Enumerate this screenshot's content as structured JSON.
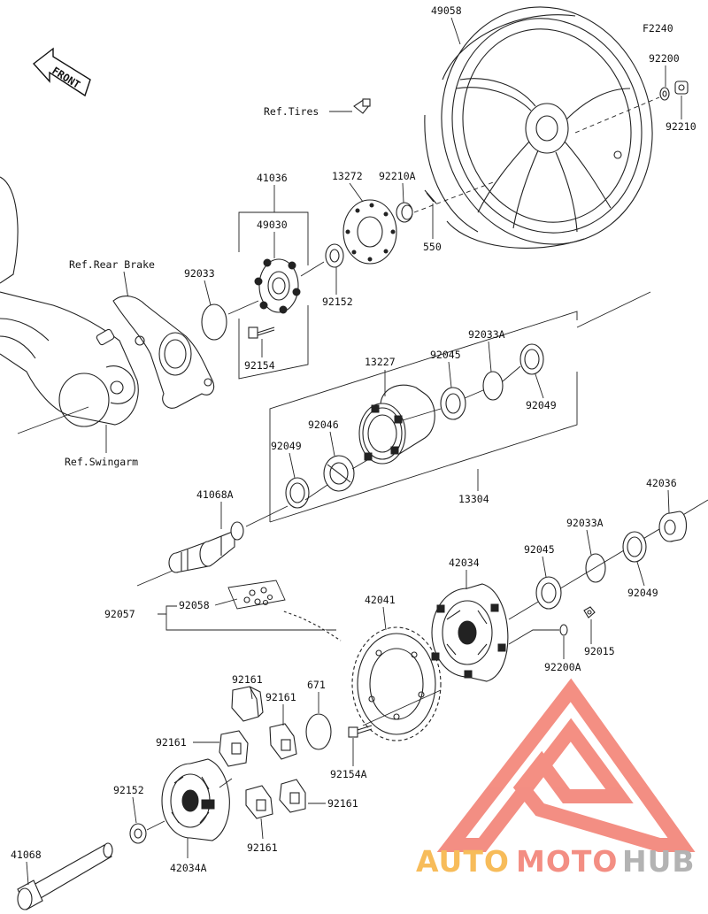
{
  "diagram": {
    "code": "F2240",
    "front_label": "FRONT",
    "refs": {
      "tires": "Ref.Tires",
      "rear_brake": "Ref.Rear Brake",
      "swingarm": "Ref.Swingarm"
    },
    "parts": {
      "p49058": "49058",
      "p92200": "92200",
      "p92210": "92210",
      "p41036": "41036",
      "p13272": "13272",
      "p92210A": "92210A",
      "p550": "550",
      "p49030": "49030",
      "p92033_top": "92033",
      "p92152_top": "92152",
      "p92154": "92154",
      "p13227": "13227",
      "p92045_top": "92045",
      "p92033A_top": "92033A",
      "p92049_right": "92049",
      "p92046": "92046",
      "p92049_left": "92049",
      "p13304": "13304",
      "p41068A": "41068A",
      "p42036": "42036",
      "p92033A_bot": "92033A",
      "p92045_bot": "92045",
      "p42034": "42034",
      "p92049_bot": "92049",
      "p92015": "92015",
      "p92200A": "92200A",
      "p92057": "92057",
      "p92058": "92058",
      "p42041": "42041",
      "p671": "671",
      "p92161_a": "92161",
      "p92161_b": "92161",
      "p92161_c": "92161",
      "p92161_d": "92161",
      "p92161_e": "92161",
      "p92154A": "92154A",
      "p92152_bot": "92152",
      "p41068": "41068",
      "p42034A": "42034A"
    }
  },
  "watermark": {
    "text_a": "AUTO",
    "text_b": "MOTO",
    "text_c": "HUB",
    "color_red": "#f0695a",
    "color_orange": "#f5a623",
    "color_gray": "#9a9a9a"
  }
}
